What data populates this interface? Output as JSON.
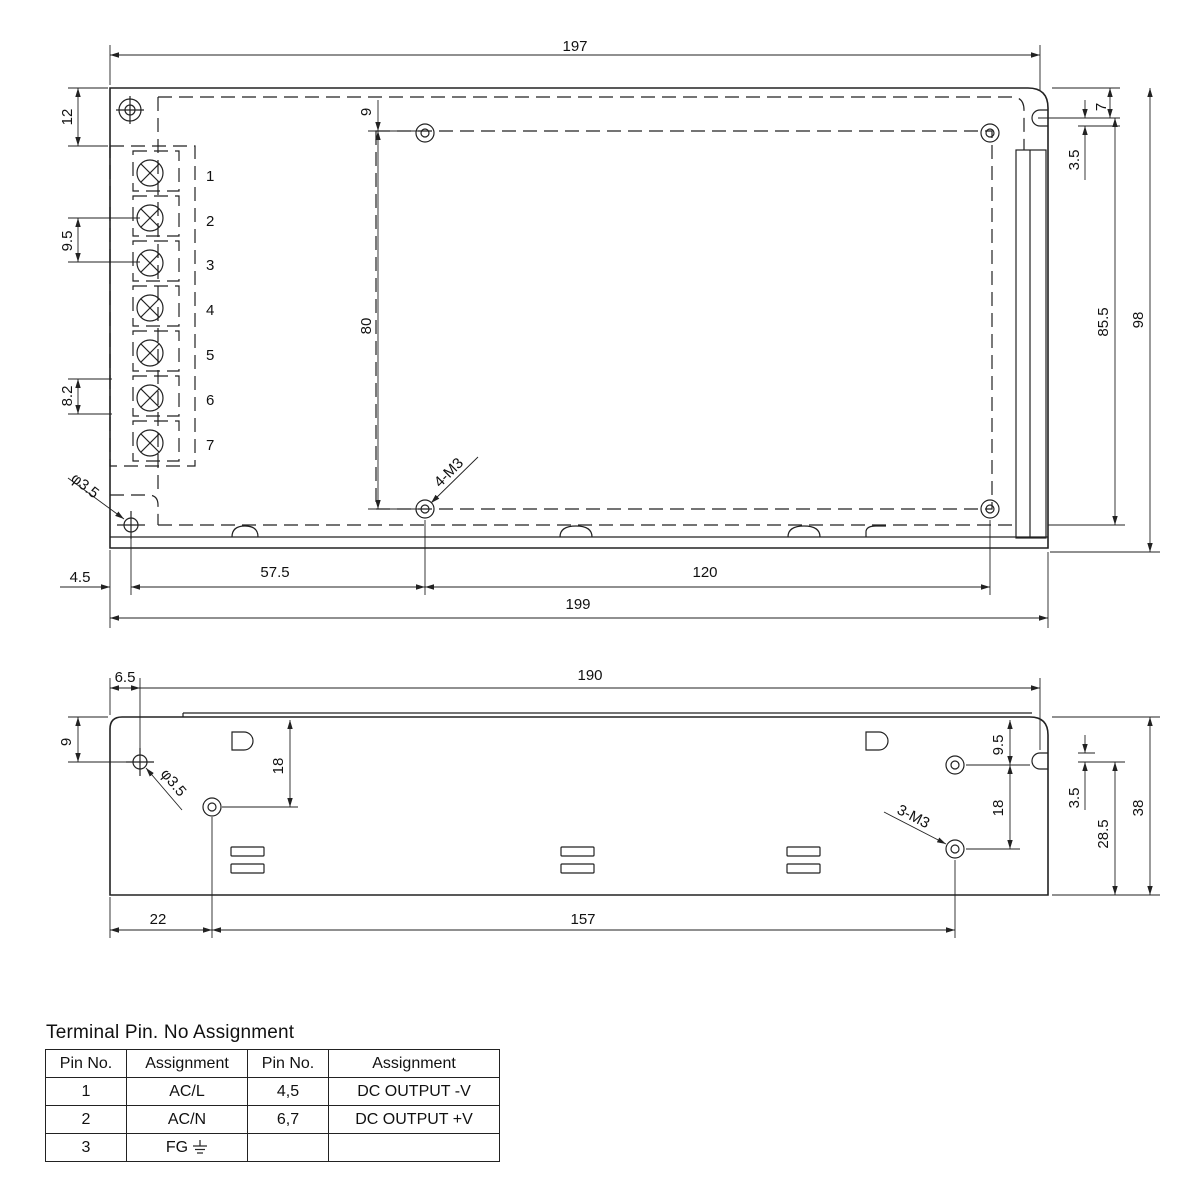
{
  "top_view": {
    "dims": {
      "d197": "197",
      "d12": "12",
      "d9": "9",
      "d7": "7",
      "d3_5": "3.5",
      "d9_5": "9.5",
      "d80": "80",
      "d85_5": "85.5",
      "d98": "98",
      "d8_2": "8.2",
      "d4_5": "4.5",
      "d57_5": "57.5",
      "d120": "120",
      "d199": "199"
    },
    "hole_label": "φ3.5",
    "screw_label": "4-M3",
    "terminals": [
      "1",
      "2",
      "3",
      "4",
      "5",
      "6",
      "7"
    ]
  },
  "side_view": {
    "dims": {
      "d6_5": "6.5",
      "d190": "190",
      "d9": "9",
      "d18a": "18",
      "d9_5": "9.5",
      "d18b": "18",
      "d3_5": "3.5",
      "d28_5": "28.5",
      "d38": "38",
      "d22": "22",
      "d157": "157"
    },
    "hole_label": "φ3.5",
    "screw_label": "3-M3"
  },
  "table": {
    "title": "Terminal Pin. No  Assignment",
    "headers": [
      "Pin No.",
      "Assignment",
      "Pin No.",
      "Assignment"
    ],
    "rows": [
      [
        "1",
        "AC/L",
        "4,5",
        "DC OUTPUT -V"
      ],
      [
        "2",
        "AC/N",
        "6,7",
        "DC OUTPUT +V"
      ],
      [
        "3",
        "FG",
        "",
        ""
      ]
    ]
  },
  "icons": {
    "ground": "ground-symbol-icon",
    "arrow": "arrow-icon"
  }
}
